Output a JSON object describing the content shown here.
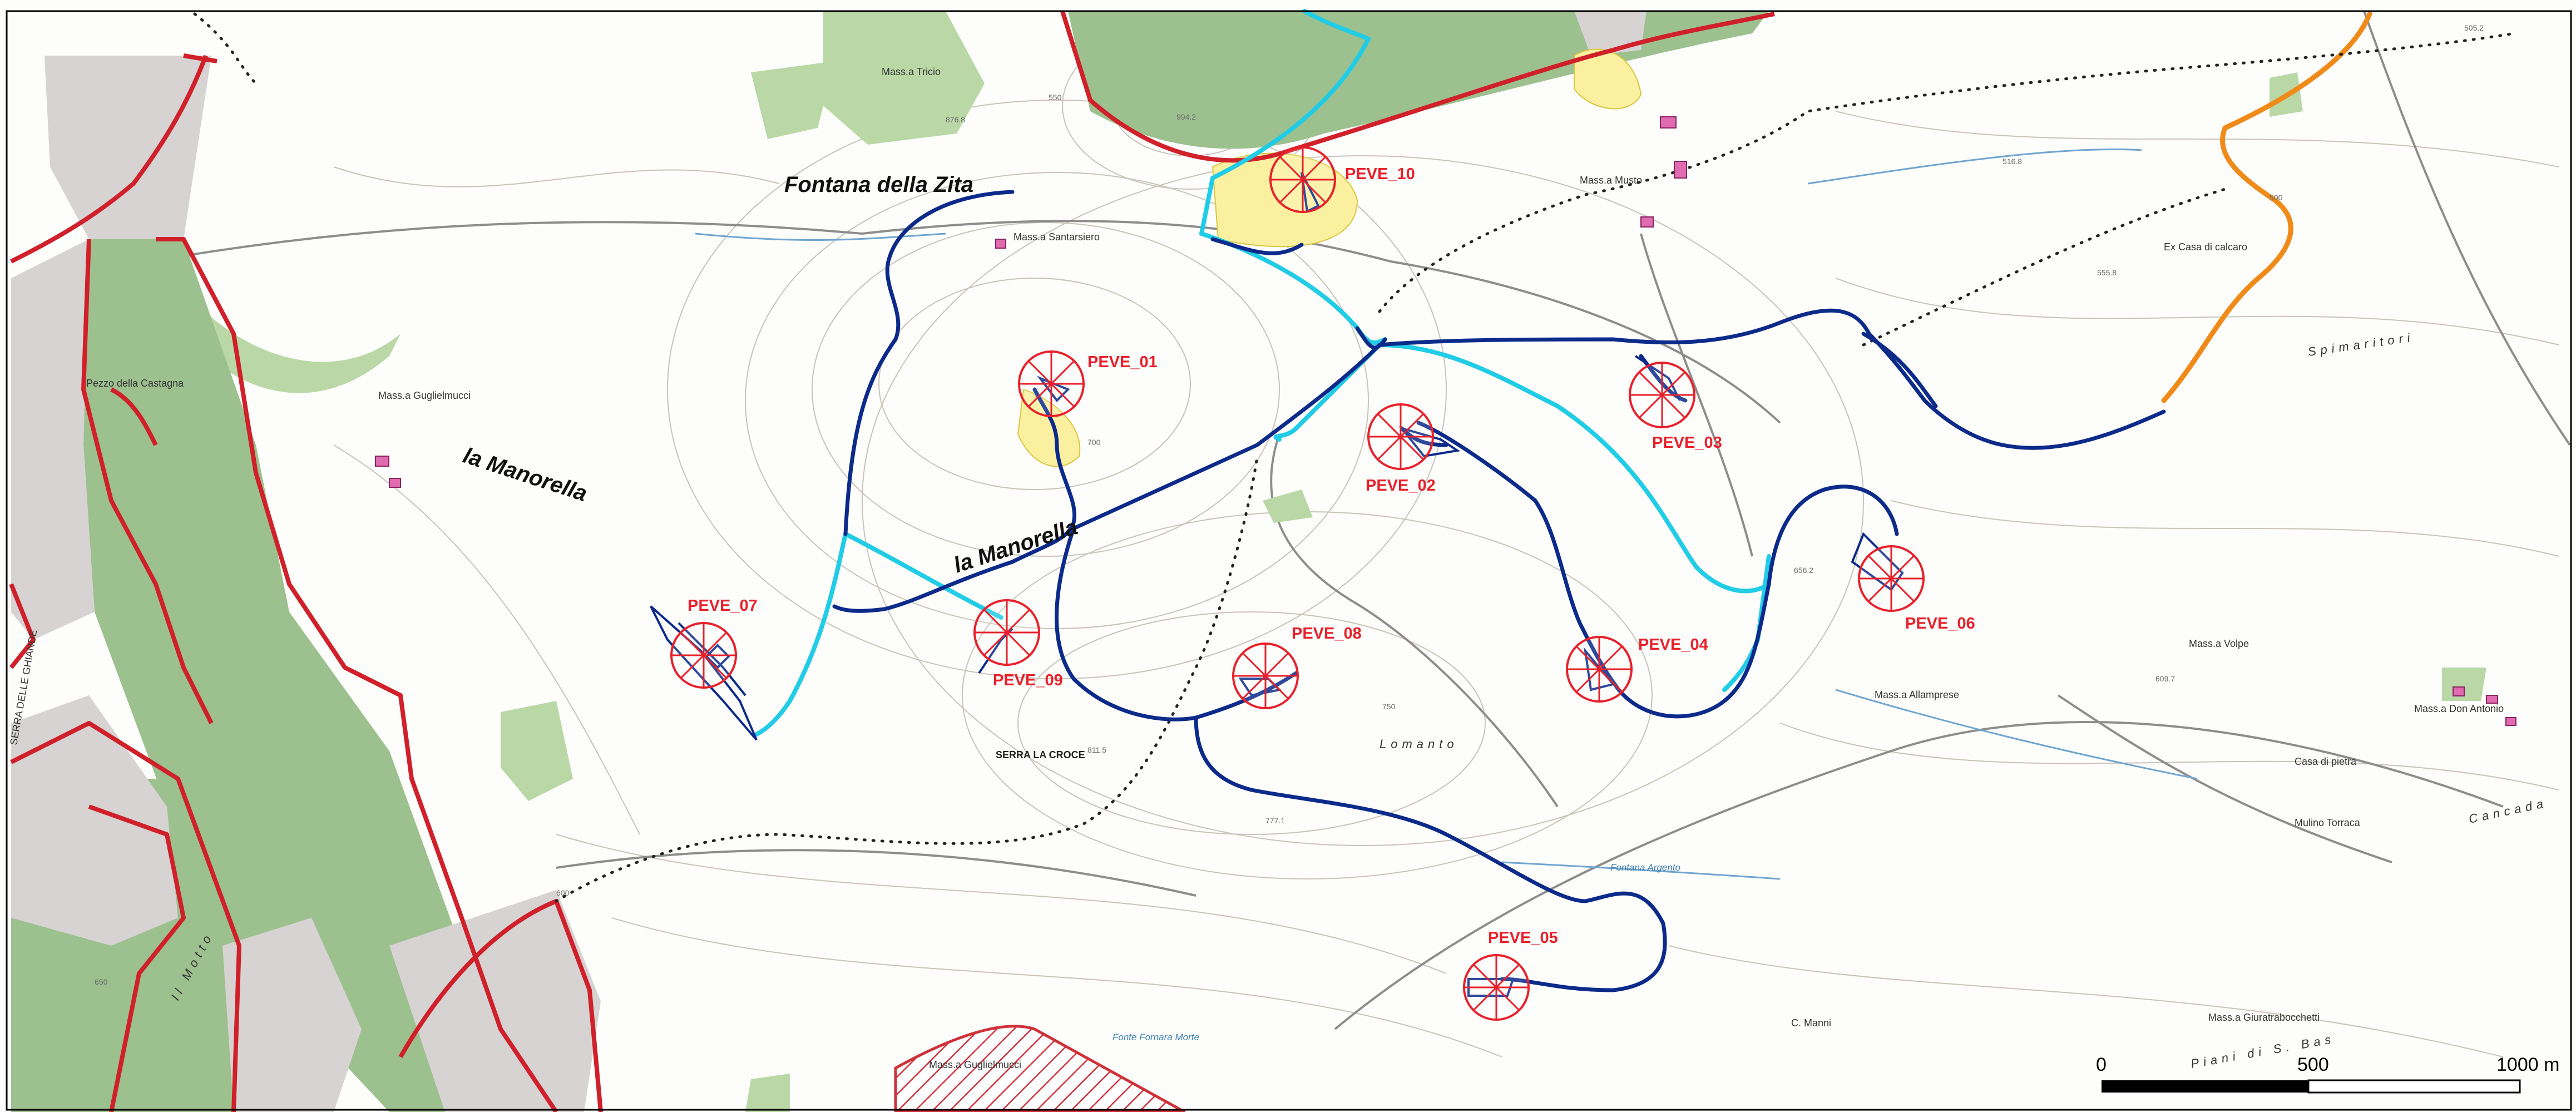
{
  "turbines": [
    {
      "id": "PEVE_01",
      "label": "PEVE_01"
    },
    {
      "id": "PEVE_02",
      "label": "PEVE_02"
    },
    {
      "id": "PEVE_03",
      "label": "PEVE_03"
    },
    {
      "id": "PEVE_04",
      "label": "PEVE_04"
    },
    {
      "id": "PEVE_05",
      "label": "PEVE_05"
    },
    {
      "id": "PEVE_06",
      "label": "PEVE_06"
    },
    {
      "id": "PEVE_07",
      "label": "PEVE_07"
    },
    {
      "id": "PEVE_08",
      "label": "PEVE_08"
    },
    {
      "id": "PEVE_09",
      "label": "PEVE_09"
    },
    {
      "id": "PEVE_10",
      "label": "PEVE_10"
    }
  ],
  "places": {
    "fontana_della_zita": "Fontana della Zita",
    "la_manorella_west": "la Manorella",
    "la_manorella_center": "la Manorella",
    "lomanto": "Lomanto",
    "spimaritori": "Spimaritori",
    "cancada": "Cancada",
    "serra_la_croce": "SERRA LA CROCE",
    "pezzo_della_castagna": "Pezzo della Castagna",
    "mass_guglielmucci": "Mass.a Guglielmucci",
    "mass_santarsiero": "Mass.a Santarsiero",
    "mass_tricio": "Mass.a Tricio",
    "mass_musto": "Mass.a Musto",
    "mass_allamprese": "Mass.a Allamprese",
    "mass_volpe": "Mass.a Volpe",
    "mass_don_antonio": "Mass.a Don Antonio",
    "ex_casa_calcaro": "Ex Casa di calcaro",
    "mulino_torraca": "Mulino Torraca",
    "casa_pietra": "Casa di pietra",
    "mass_giuratrabocchetti": "Mass.a Giuratrabocchetti",
    "mass_guglielmucci_s": "Mass.a Guglielmucci",
    "c_manni": "C. Manni",
    "il_motto": "Il Motto",
    "piani_s_bas": "Piani di S. Bas",
    "fonte_fornara_morte": "Fonte Fornara Morte",
    "fontana_argento": "Fontana Argento",
    "serra_delle_ghiande": "SERRA DELLE GHIANDE"
  },
  "elevations": [
    "994.2",
    "876.8",
    "811.5",
    "777.1",
    "656.2",
    "609.7",
    "555.8",
    "505.2",
    "516.8",
    "750",
    "700",
    "550",
    "500",
    "600",
    "650"
  ],
  "scale_bar": {
    "zero": "0",
    "mid": "500",
    "end": "1000 m"
  },
  "colors": {
    "cable_route": "#0b2a8a",
    "new_road": "#20cce6",
    "protected_boundary": "#d0202a",
    "turbine_marker": "#e8202a",
    "forest": "#9dc08f",
    "grey_zone": "#d7d3d3",
    "orange_line": "#f08a18",
    "yellow_zone": "#fbf0a0"
  }
}
